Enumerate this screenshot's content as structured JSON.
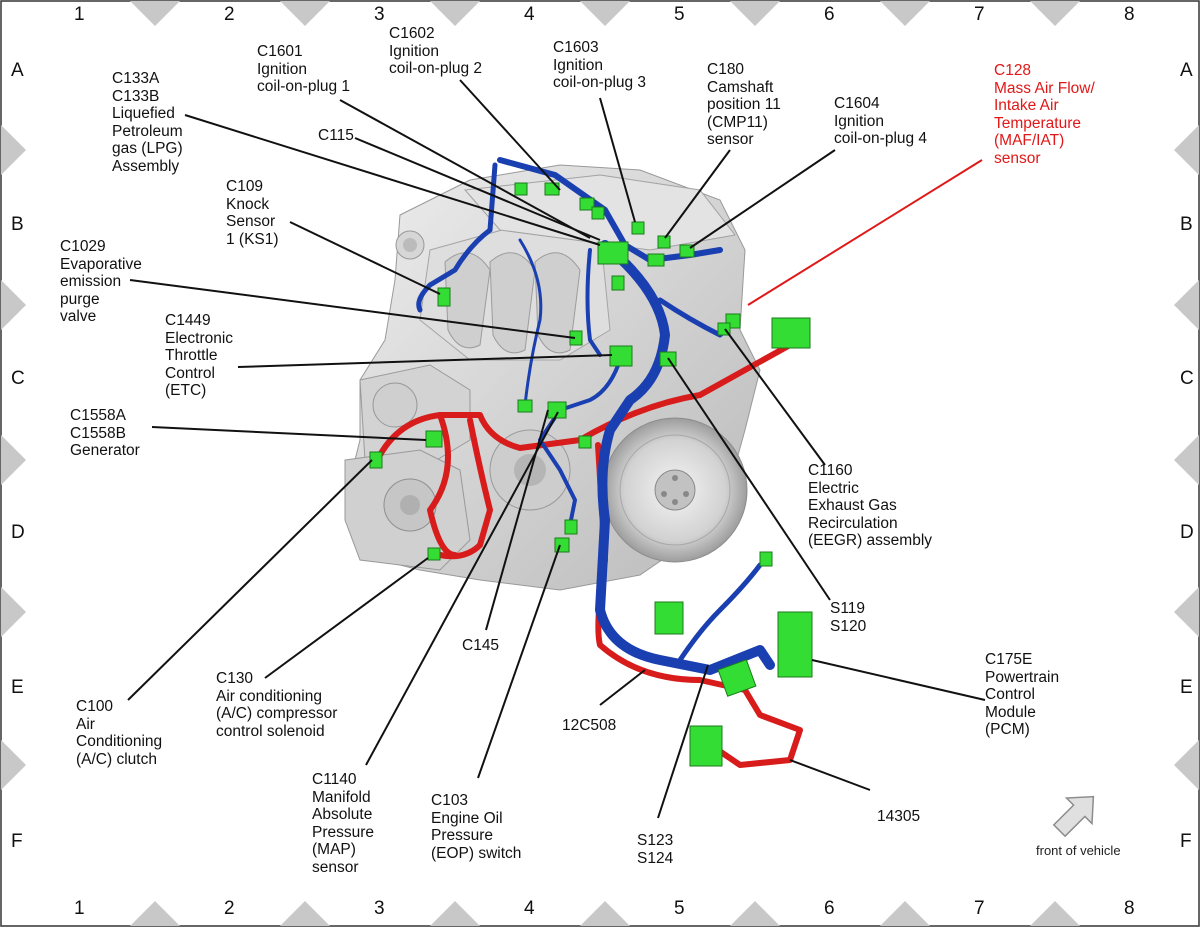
{
  "grid": {
    "columns": [
      "1",
      "2",
      "3",
      "4",
      "5",
      "6",
      "7",
      "8"
    ],
    "rows": [
      "A",
      "B",
      "C",
      "D",
      "E",
      "F"
    ]
  },
  "labels": {
    "c133": "C133A\nC133B\nLiquefied\nPetroleum\ngas (LPG)\nAssembly",
    "c1601": "C1601\nIgnition\ncoil-on-plug 1",
    "c1602": "C1602\nIgnition\ncoil-on-plug 2",
    "c1603": "C1603\nIgnition\ncoil-on-plug 3",
    "c180": "C180\nCamshaft\nposition 11\n(CMP11)\nsensor",
    "c1604": "C1604\nIgnition\ncoil-on-plug 4",
    "c128": "C128\nMass Air Flow/\nIntake Air\nTemperature\n(MAF/IAT)\nsensor",
    "c115": "C115",
    "c109": "C109\nKnock\nSensor\n1 (KS1)",
    "c1029": "C1029\nEvaporative\nemission\npurge\nvalve",
    "c1449": "C1449\nElectronic\nThrottle\nControl\n(ETC)",
    "c1558": "C1558A\nC1558B\nGenerator",
    "c1160": "C1160\nElectric\nExhaust Gas\nRecirculation\n(EEGR) assembly",
    "s119": "S119\nS120",
    "c145": "C145",
    "c175e": "C175E\nPowertrain\nControl\nModule\n(PCM)",
    "c100": "C100\nAir\nConditioning\n(A/C) clutch",
    "c130": "C130\nAir conditioning\n(A/C) compressor\ncontrol solenoid",
    "c12c508": "12C508",
    "c1140": "C1140\nManifold\nAbsolute\nPressure\n(MAP)\nsensor",
    "c103": "C103\nEngine Oil\nPressure\n(EOP) switch",
    "s123": "S123\nS124",
    "c14305": "14305"
  },
  "footer": {
    "front_of_vehicle": "front of vehicle",
    "arrow_icon": "front-arrow-icon"
  },
  "colors": {
    "highlight": "#e01818",
    "harness_blue": "#1a3fb0",
    "harness_red": "#d81c1c",
    "connector_green": "#33dd33",
    "border_diamond": "#c8c8c8"
  }
}
